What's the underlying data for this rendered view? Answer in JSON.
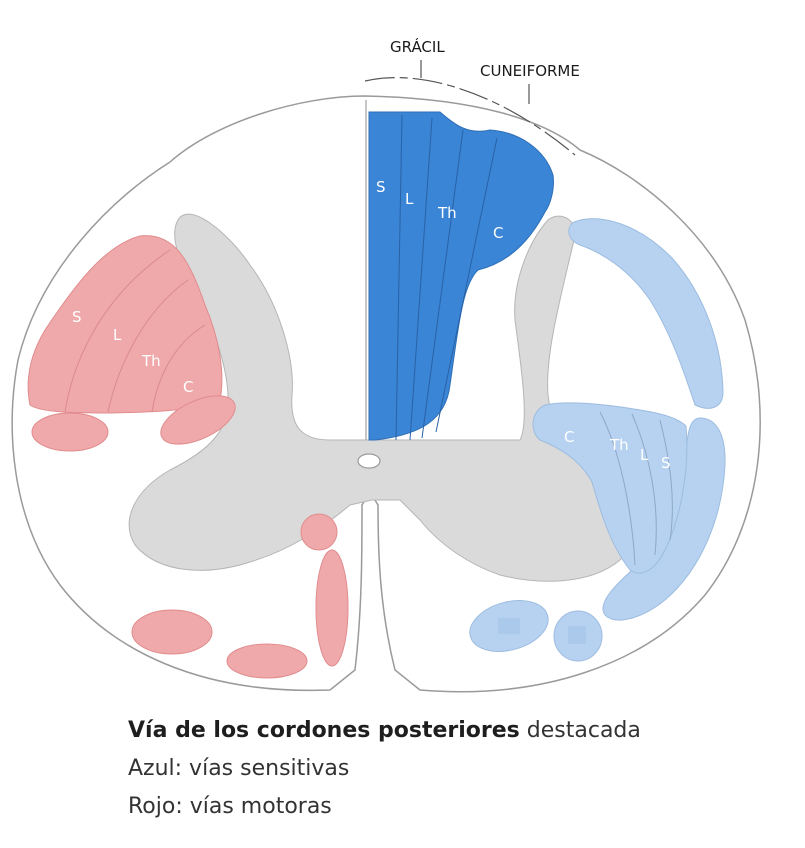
{
  "labels": {
    "gracil": "GRÁCIL",
    "cuneiforme": "CUNEIFORME"
  },
  "tract_letters": {
    "sacral": "S",
    "lumbar": "L",
    "thoracic": "Th",
    "cervical": "C"
  },
  "caption": {
    "title_bold": "Vía de los cordones posteriores",
    "title_rest": " destacada",
    "line_blue": "Azul: vías sensitivas",
    "line_red": "Rojo: vías motoras"
  },
  "colors": {
    "posterior_column": "#3a85d6",
    "sensory_light": "#b6d2f0",
    "motor": "#f0a9aa",
    "gray_matter": "#dadada",
    "white_matter": "#ffffff",
    "outline": "#9a9a9a"
  }
}
